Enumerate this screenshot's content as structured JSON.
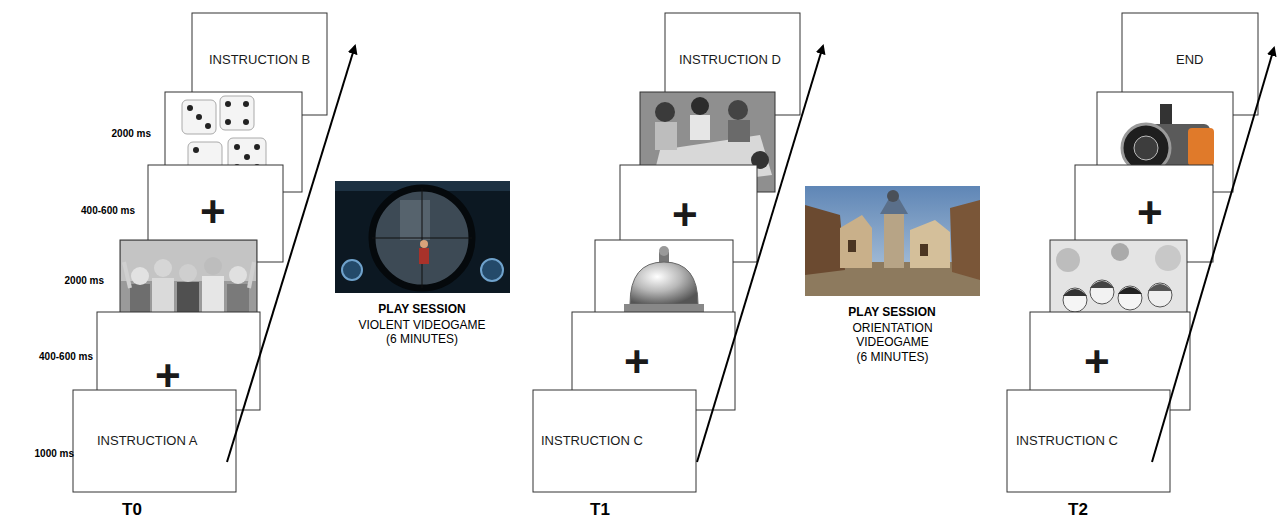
{
  "diagram": {
    "nodes": [
      {
        "text": [
          "INSTRUCTION A"
        ]
      },
      {
        "text": [
          "+"
        ]
      },
      {
        "text": [
          "+"
        ]
      },
      {
        "text": [
          "INSTRUCTION B"
        ]
      },
      {
        "text": [
          "INSTRUCTION C"
        ]
      },
      {
        "text": [
          "+"
        ]
      },
      {
        "text": [
          "+"
        ]
      },
      {
        "text": [
          "INSTRUCTION D"
        ]
      },
      {
        "text": [
          "INSTRUCTION C"
        ]
      },
      {
        "text": [
          "+"
        ]
      },
      {
        "text": [
          "+"
        ]
      },
      {
        "text": [
          "END"
        ]
      }
    ],
    "labels": [
      "1000 ms",
      "400-600 ms",
      "2000 ms",
      "400-600 ms",
      "2000 ms",
      "PLAY SESSION",
      "VIOLENT VIDEOGAME (6 MINUTES)",
      "PLAY SESSION",
      "ORIENTATION VIDEOGAME (6 MINUTES)",
      "T0",
      "T1",
      "T2"
    ]
  }
}
